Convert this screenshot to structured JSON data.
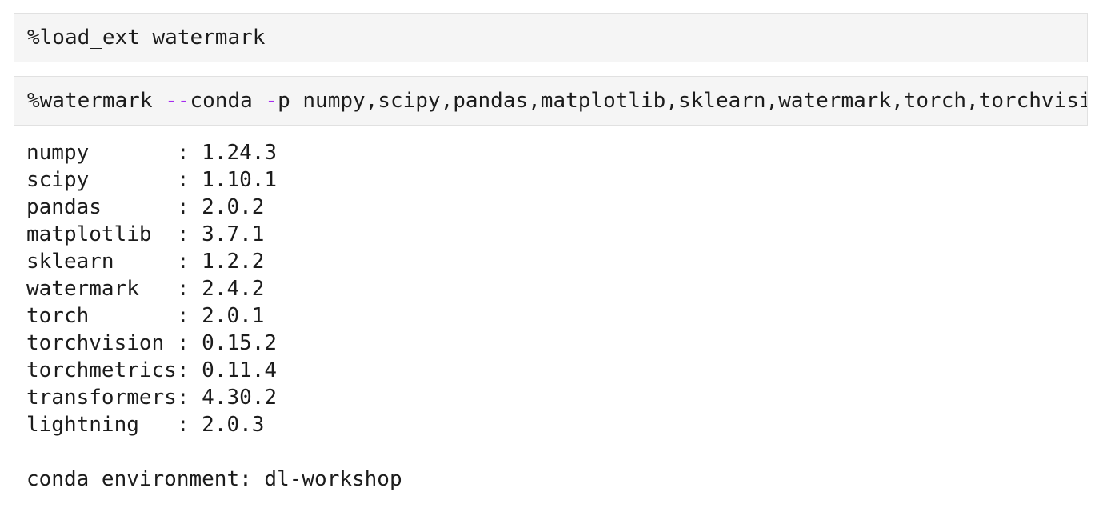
{
  "colors": {
    "page_bg": "#ffffff",
    "cell_bg": "#f5f5f5",
    "cell_border": "#e1e1e1",
    "code_text": "#1c1c1c",
    "operator": "#a52af0",
    "output_text": "#1c1c1c"
  },
  "cells": [
    {
      "name": "load-ext",
      "tokens": [
        {
          "text": "%load_ext watermark",
          "style": "default"
        }
      ]
    },
    {
      "name": "watermark",
      "tokens": [
        {
          "text": "%watermark ",
          "style": "default"
        },
        {
          "text": "--",
          "style": "operator"
        },
        {
          "text": "conda ",
          "style": "default"
        },
        {
          "text": "-",
          "style": "operator"
        },
        {
          "text": "p numpy,scipy,pandas,matplotlib,sklearn,watermark,torch,torchvisi",
          "style": "default"
        }
      ]
    }
  ],
  "output": {
    "packages": [
      {
        "name": "numpy",
        "version": "1.24.3"
      },
      {
        "name": "scipy",
        "version": "1.10.1"
      },
      {
        "name": "pandas",
        "version": "2.0.2"
      },
      {
        "name": "matplotlib",
        "version": "3.7.1"
      },
      {
        "name": "sklearn",
        "version": "1.2.2"
      },
      {
        "name": "watermark",
        "version": "2.4.2"
      },
      {
        "name": "torch",
        "version": "2.0.1"
      },
      {
        "name": "torchvision",
        "version": "0.15.2"
      },
      {
        "name": "torchmetrics",
        "version": "0.11.4"
      },
      {
        "name": "transformers",
        "version": "4.30.2"
      },
      {
        "name": "lightning",
        "version": "2.0.3"
      }
    ],
    "name_pad_chars": 12,
    "separator": ": ",
    "conda_environment_label": "conda environment:",
    "conda_environment_value": "dl-workshop"
  }
}
